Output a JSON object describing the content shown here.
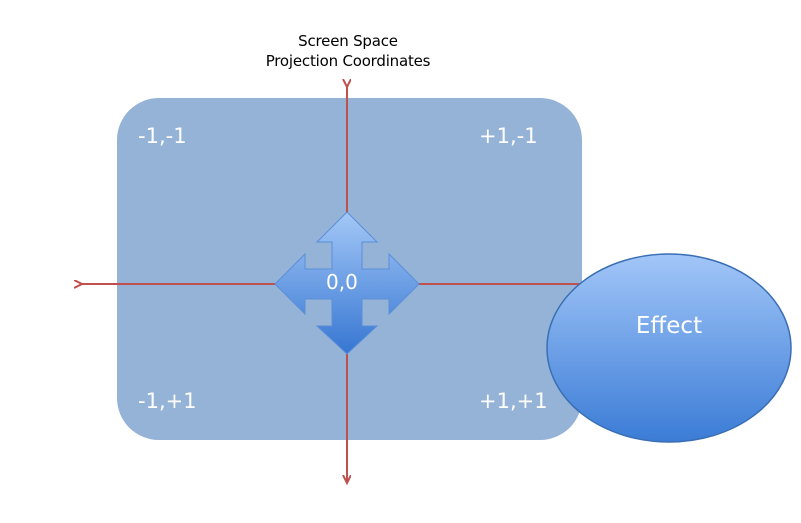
{
  "diagram": {
    "title_lines": [
      "Screen Space",
      "Projection Coordinates"
    ],
    "corners": {
      "top_left": "-1,-1",
      "top_right": "+1,-1",
      "bottom_left": "-1,+1",
      "bottom_right": "+1,+1"
    },
    "origin_label": "0,0",
    "effect_label": "Effect"
  },
  "colors": {
    "screen_fill": "#95b3d7",
    "axis": "#c0504d",
    "move_icon_light": "#9dc3f5",
    "move_icon_dark": "#3a7bd5",
    "effect_light": "#9cc2f6",
    "effect_dark": "#3e7fd6",
    "effect_outline": "#3a6fb5"
  }
}
